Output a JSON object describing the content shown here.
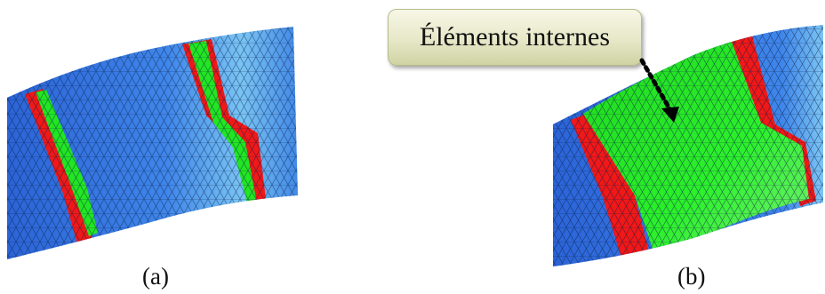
{
  "captions": {
    "a": "(a)",
    "b": "(b)"
  },
  "callout": {
    "label": "Éléments internes"
  },
  "colors": {
    "mesh_blue": "#2f6fe0",
    "mesh_light": "#7fc8f4",
    "band_red": "#f01818",
    "band_green": "#22e622",
    "mesh_line": "#0a1a3a"
  }
}
